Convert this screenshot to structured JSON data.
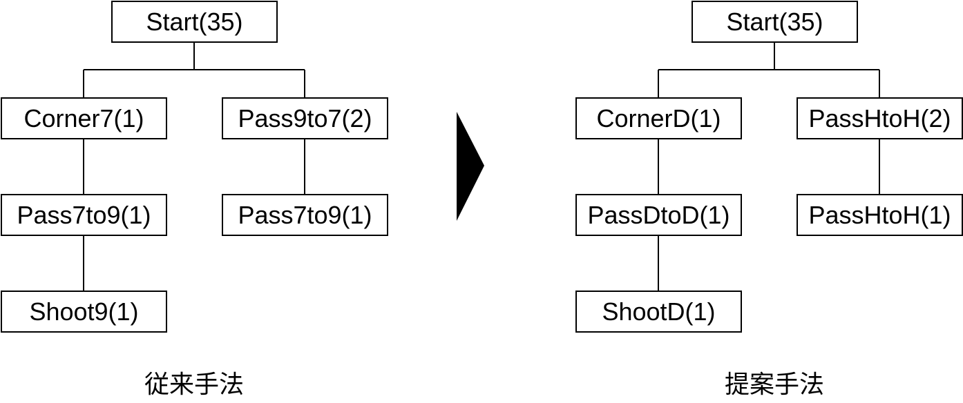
{
  "left_tree": {
    "root": "Start(35)",
    "branch_a": [
      "Corner7(1)",
      "Pass7to9(1)",
      "Shoot9(1)"
    ],
    "branch_b": [
      "Pass9to7(2)",
      "Pass7to9(1)"
    ],
    "caption": "従来手法"
  },
  "right_tree": {
    "root": "Start(35)",
    "branch_a": [
      "CornerD(1)",
      "PassDtoD(1)",
      "ShootD(1)"
    ],
    "branch_b": [
      "PassHtoH(2)",
      "PassHtoH(1)"
    ],
    "caption": "提案手法"
  },
  "arrow_icon": "right-triangle-arrow",
  "colors": {
    "line": "#000000",
    "fill": "#ffffff"
  }
}
